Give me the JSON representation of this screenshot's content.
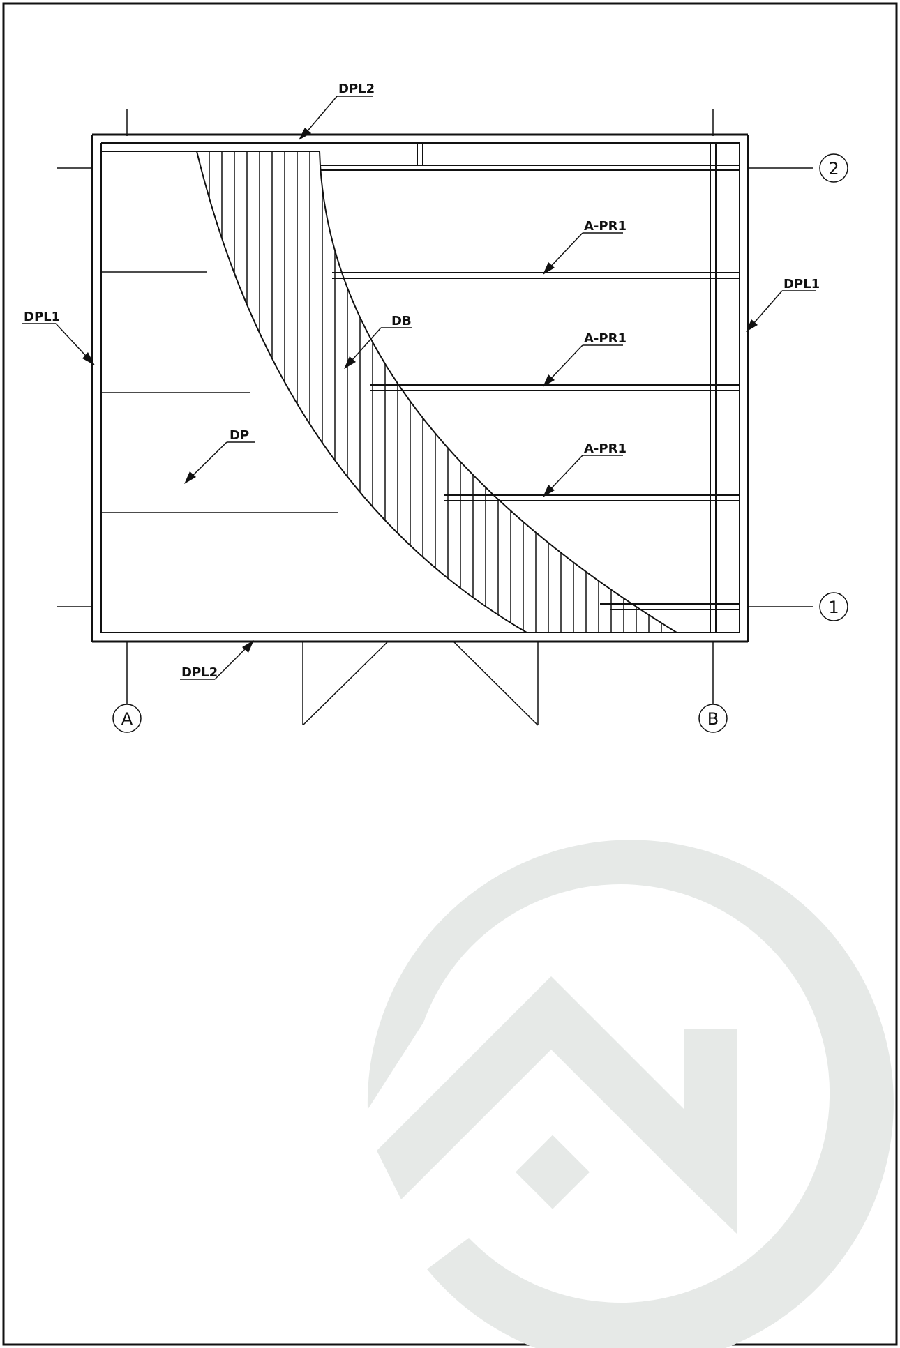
{
  "labels": {
    "dpl2_top": "DPL2",
    "dpl2_bottom": "DPL2",
    "dpl1_left": "DPL1",
    "dpl1_right": "DPL1",
    "a_pr1_1": "A-PR1",
    "a_pr1_2": "A-PR1",
    "a_pr1_3": "A-PR1",
    "db": "DB",
    "dp": "DP"
  },
  "grid": {
    "col_a": "A",
    "col_b": "B",
    "row_1": "1",
    "row_2": "2"
  },
  "colors": {
    "line": "#111111",
    "watermark": "#e6e9e7",
    "background": "#ffffff"
  }
}
